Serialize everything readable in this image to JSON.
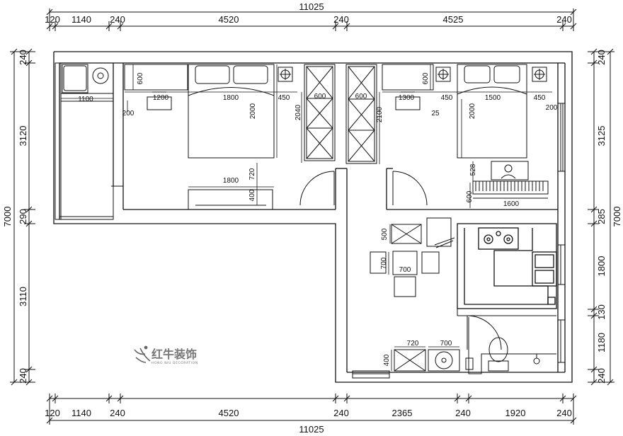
{
  "dimensions": {
    "top_total": "11025",
    "top_segments": [
      "120",
      "1140",
      "240",
      "4520",
      "240",
      "4525",
      "240"
    ],
    "bottom_total": "11025",
    "bottom_segments": [
      "120",
      "1140",
      "240",
      "4520",
      "240",
      "2365",
      "240",
      "1920",
      "240"
    ],
    "left_total": "7000",
    "left_segments": [
      "240",
      "3120",
      "290",
      "3110",
      "240"
    ],
    "right_total": "7000",
    "right_segments": [
      "240",
      "3125",
      "285",
      "1800",
      "130",
      "1180",
      "240"
    ]
  },
  "inner_labels": {
    "balcony_width": "1100",
    "bedroom1": {
      "desk_depth": "600",
      "desk_width": "1200",
      "bed_width": "1800",
      "bed_length": "2000",
      "side_gap": "450",
      "wall_gap": "200",
      "wardrobe_depth": "600",
      "wardrobe_len": "2040",
      "tv_width": "1800",
      "tv_gap": "720",
      "tv_depth": "400"
    },
    "bedroom2": {
      "wardrobe_depth": "600",
      "wardrobe_len": "2100",
      "desk_depth": "600",
      "desk_width": "1300",
      "left_gap": "450",
      "bed_width": "1500",
      "right_gap": "450",
      "wall_gap": "200",
      "offset": "25",
      "bed_length": "2000",
      "piano_gap": "528",
      "piano_depth": "600",
      "piano_width": "1600"
    },
    "dining": {
      "cabinet_depth": "500",
      "table_depth": "700",
      "table_width": "700"
    },
    "bath": {
      "cabinet_depth": "400",
      "cabinet_width": "720",
      "basin_width": "700"
    }
  },
  "logo": {
    "name": "红牛装饰",
    "subtitle": "HONG NIU DECORATION"
  }
}
